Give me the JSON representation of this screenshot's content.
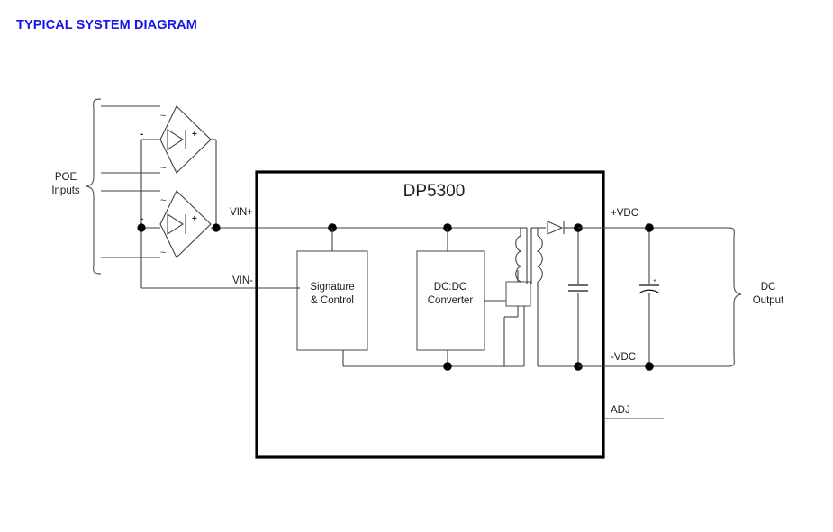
{
  "page": {
    "title": "TYPICAL SYSTEM DIAGRAM",
    "title_color": "#1a15e8",
    "background": "#ffffff"
  },
  "diagram": {
    "type": "block-schematic",
    "main_block": {
      "label": "DP5300",
      "border_color": "#000000"
    },
    "input_section": {
      "label_line1": "POE",
      "label_line2": "Inputs",
      "brace": "left-curly-brace",
      "rectifiers": [
        {
          "name": "bridge-rectifier-top",
          "terminal_left": "-",
          "terminal_right": "+",
          "terminal_top": "~",
          "terminal_bottom": "~",
          "symbol": "diode"
        },
        {
          "name": "bridge-rectifier-bottom",
          "terminal_left": "-",
          "terminal_right": "+",
          "terminal_top": "~",
          "terminal_bottom": "~",
          "symbol": "diode"
        }
      ]
    },
    "pins": {
      "vin_plus": "VIN+",
      "vin_minus": "VIN-",
      "vdc_plus": "+VDC",
      "vdc_minus": "-VDC",
      "adj": "ADJ"
    },
    "internal_blocks": [
      {
        "name": "signature-control-block",
        "line1": "Signature",
        "line2": "& Control"
      },
      {
        "name": "dcdc-converter-block",
        "line1": "DC:DC",
        "line2": "Converter"
      },
      {
        "name": "switch-block",
        "line1": "",
        "line2": ""
      }
    ],
    "components": {
      "transformer": "transformer-coupled-windings",
      "rectifier_diode": "output-diode",
      "output_capacitor_polarity": "+",
      "filter_capacitor": "bulk-capacitor"
    },
    "output_section": {
      "label_line1": "DC",
      "label_line2": "Output",
      "brace": "right-curly-brace"
    }
  }
}
